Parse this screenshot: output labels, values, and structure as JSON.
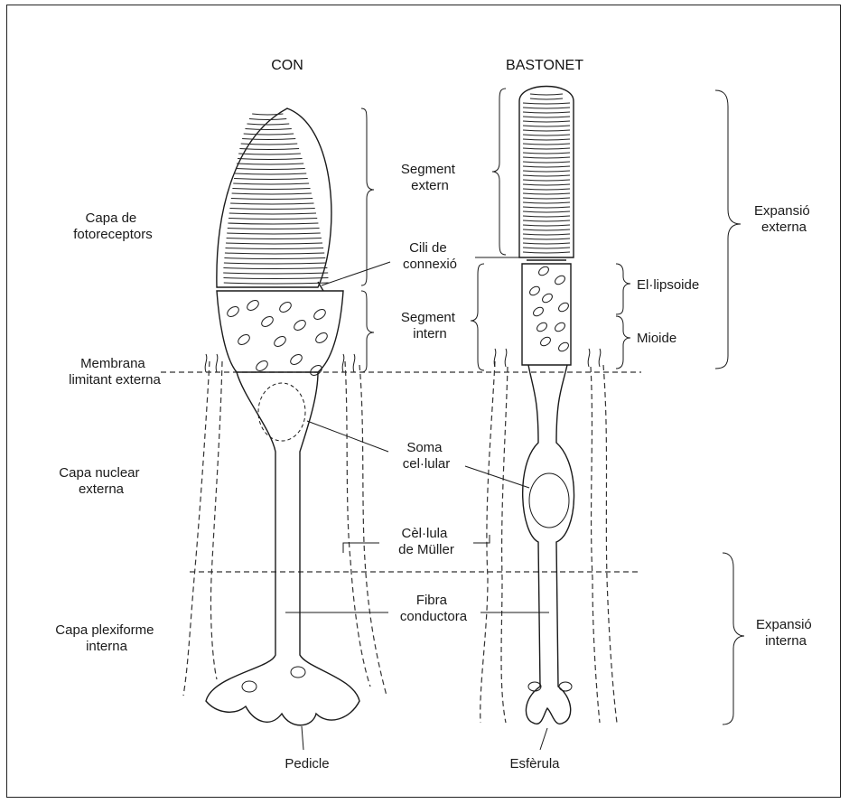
{
  "titles": {
    "cone": "CON",
    "rod": "BASTONET"
  },
  "left_labels": {
    "photoreceptor_layer": [
      "Capa de",
      "fotoreceptors"
    ],
    "outer_limiting_membrane": [
      "Membrana",
      "limitant externa"
    ],
    "outer_nuclear_layer": [
      "Capa nuclear",
      "externa"
    ],
    "inner_plexiform_layer": [
      "Capa plexiforme",
      "interna"
    ]
  },
  "center_labels": {
    "outer_segment": [
      "Segment",
      "extern"
    ],
    "connecting_cilium": [
      "Cili de",
      "connexió"
    ],
    "inner_segment": [
      "Segment",
      "intern"
    ],
    "cell_body": [
      "Soma",
      "cel·lular"
    ],
    "muller_cell": [
      "Cèl·lula",
      "de Müller"
    ],
    "conducting_fiber": [
      "Fibra",
      "conductora"
    ]
  },
  "right_labels": {
    "ellipsoid": "El·lipsoide",
    "myoid": "Mioide",
    "outer_expansion": [
      "Expansió",
      "externa"
    ],
    "inner_expansion": [
      "Expansió",
      "interna"
    ]
  },
  "bottom_labels": {
    "pedicle": "Pedicle",
    "spherule": "Esfèrula"
  }
}
